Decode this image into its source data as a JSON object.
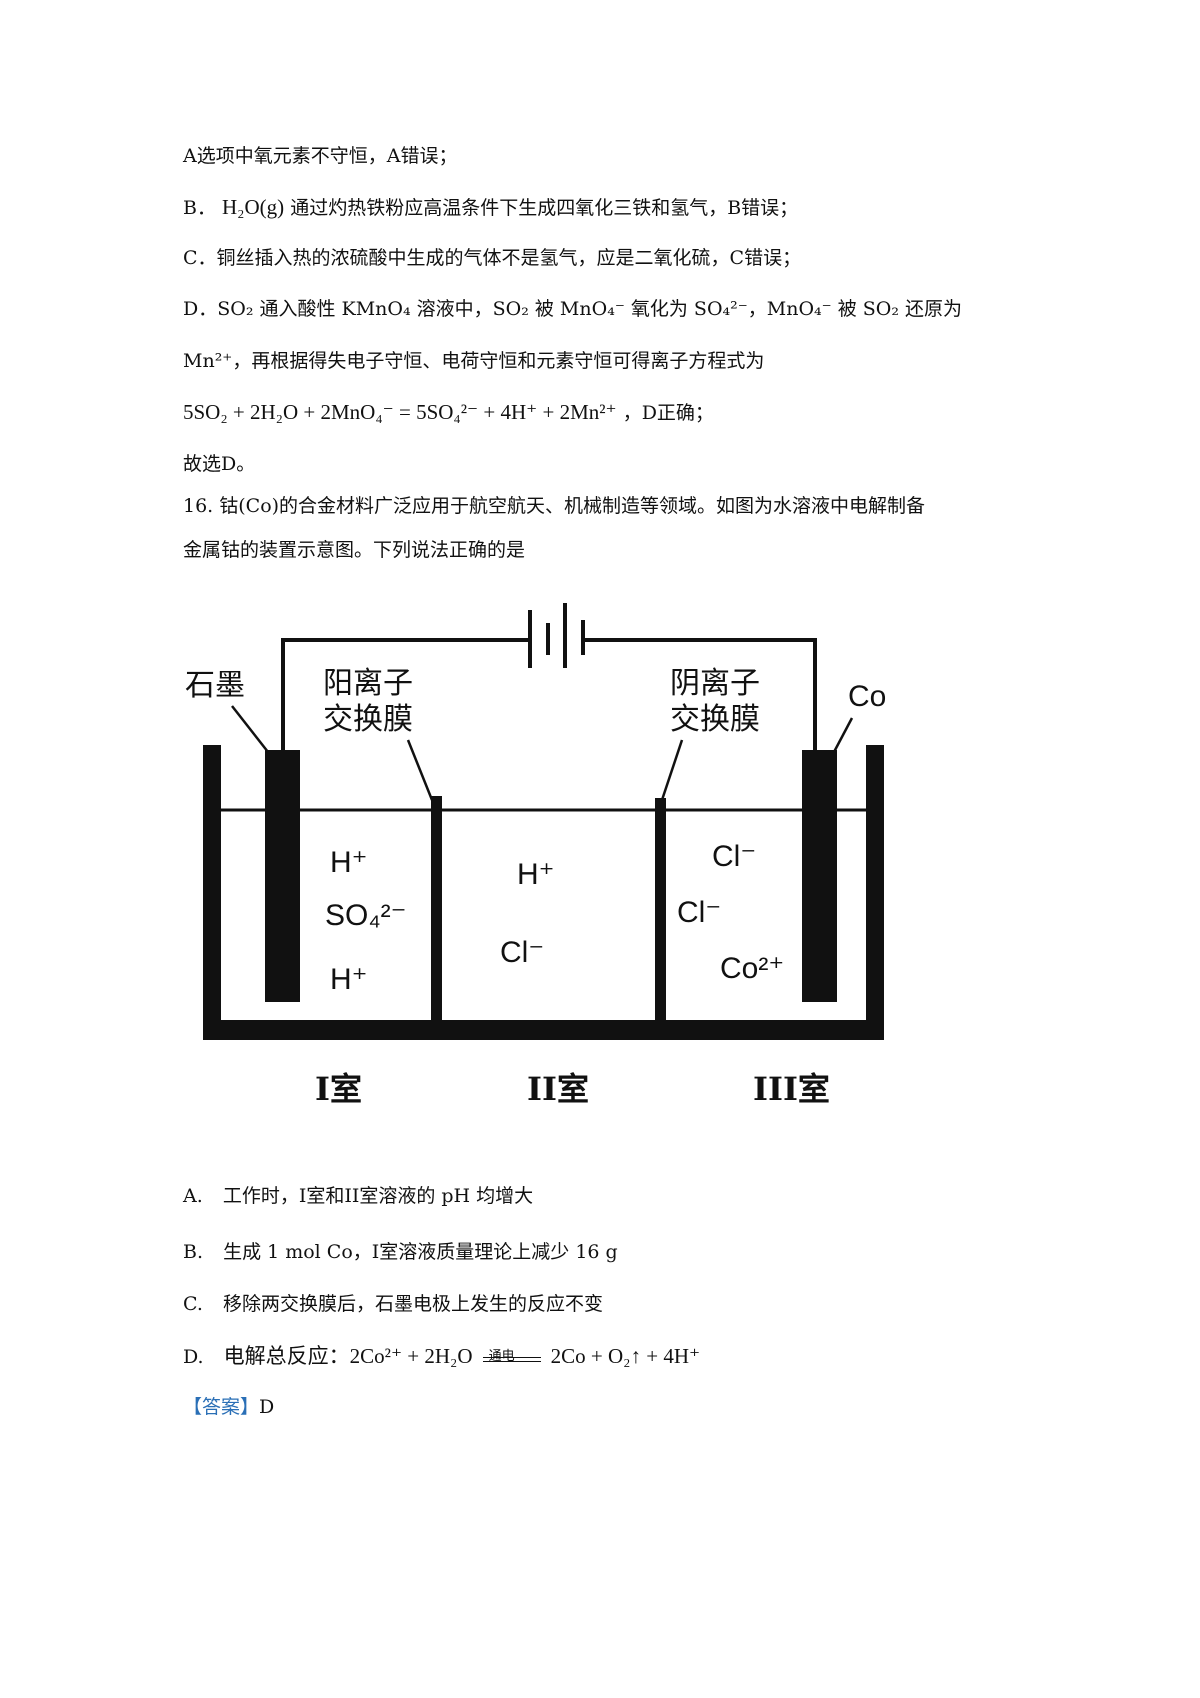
{
  "analysis": {
    "a": "A选项中氧元素不守恒，A错误；",
    "b_prefix": "B．",
    "b_formula": "H₂O(g)",
    "b_text": "通过灼热铁粉应高温条件下生成四氧化三铁和氢气，B错误；",
    "c": "C．铜丝插入热的浓硫酸中生成的气体不是氢气，应是二氧化硫，C错误；",
    "d_line1": "D．SO₂ 通入酸性 KMnO₄ 溶液中，SO₂ 被 MnO₄⁻ 氧化为 SO₄²⁻，MnO₄⁻ 被 SO₂ 还原为",
    "d_line2": "Mn²⁺，再根据得失电子守恒、电荷守恒和元素守恒可得离子方程式为",
    "d_equation": "5SO₂ + 2H₂O + 2MnO₄⁻ = 5SO₄²⁻ + 4H⁺ + 2Mn²⁺",
    "d_tail": "，D正确；",
    "conclusion": "故选D。"
  },
  "question": {
    "stem_line1": "16. 钴(Co)的合金材料广泛应用于航空航天、机械制造等领域。如图为水溶液中电解制备",
    "stem_line2": "金属钴的装置示意图。下列说法正确的是"
  },
  "diagram": {
    "left_electrode": "石墨",
    "right_electrode": "Co",
    "cation_membrane": [
      "阳离子",
      "交换膜"
    ],
    "anion_membrane": [
      "阴离子",
      "交换膜"
    ],
    "room1_ions": [
      "H⁺",
      "SO₄²⁻",
      "H⁺"
    ],
    "room2_ions": [
      "H⁺",
      "Cl⁻"
    ],
    "room3_ions": [
      "Cl⁻",
      "Cl⁻",
      "Co²⁺"
    ],
    "rooms": [
      "I室",
      "II室",
      "III室"
    ]
  },
  "options": {
    "a_label": "A.",
    "a_text": "工作时，I室和II室溶液的 pH 均增大",
    "b_label": "B.",
    "b_text": "生成 1 mol Co，I室溶液质量理论上减少 16 g",
    "c_label": "C.",
    "c_text": "移除两交换膜后，石墨电极上发生的反应不变",
    "d_label": "D.",
    "d_text": "电解总反应：2Co²⁺ + 2H₂O",
    "d_condition": "通电",
    "d_products": "2Co + O₂↑ + 4H⁺"
  },
  "answer": {
    "tag": "【答案】",
    "value": "D"
  }
}
